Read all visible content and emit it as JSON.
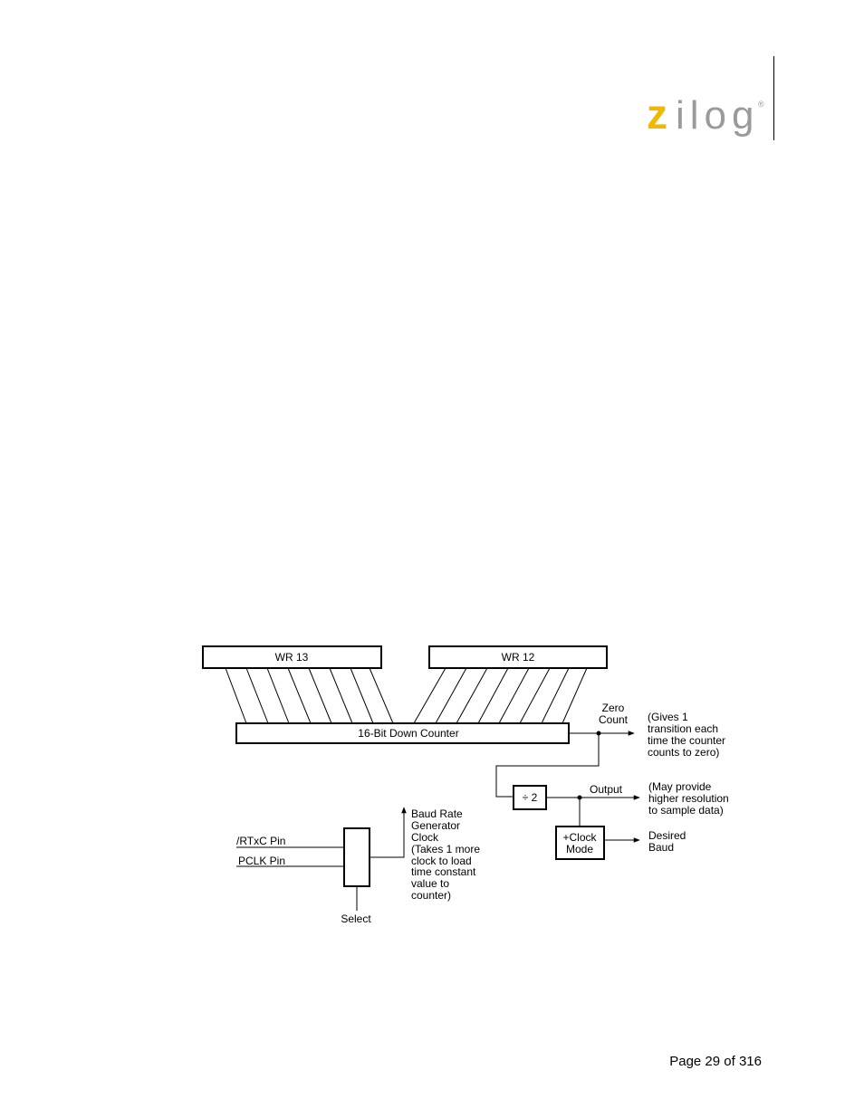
{
  "header": {
    "logo_text_main": "ilog",
    "logo_text_z": "z",
    "logo_trademark": "®",
    "logo_colors": {
      "z": "#f0b800",
      "ilog": "#9a9a9a"
    }
  },
  "diagram": {
    "wr13_label": "WR 13",
    "wr12_label": "WR 12",
    "counter_label": "16-Bit Down Counter",
    "zero_count_line1": "Zero",
    "zero_count_line2": "Count",
    "zero_note": [
      "(Gives 1",
      "transition each",
      "time the counter",
      "counts to zero)"
    ],
    "divider_label": "÷ 2",
    "output_label": "Output",
    "output_note": [
      "(May provide",
      "higher resolution",
      "to sample data)"
    ],
    "clock_mode_line1": "+Clock",
    "clock_mode_line2": "Mode",
    "desired_baud": [
      "Desired",
      "Baud"
    ],
    "rtxc_pin": "/RTxC Pin",
    "pclk_pin": "PCLK Pin",
    "select_label": "Select",
    "brg_note": [
      "Baud Rate",
      "Generator",
      "Clock",
      "(Takes 1 more",
      "clock to load",
      "time constant",
      "value to",
      "counter)"
    ]
  },
  "footer": {
    "page_label": "Page 29 of 316"
  }
}
